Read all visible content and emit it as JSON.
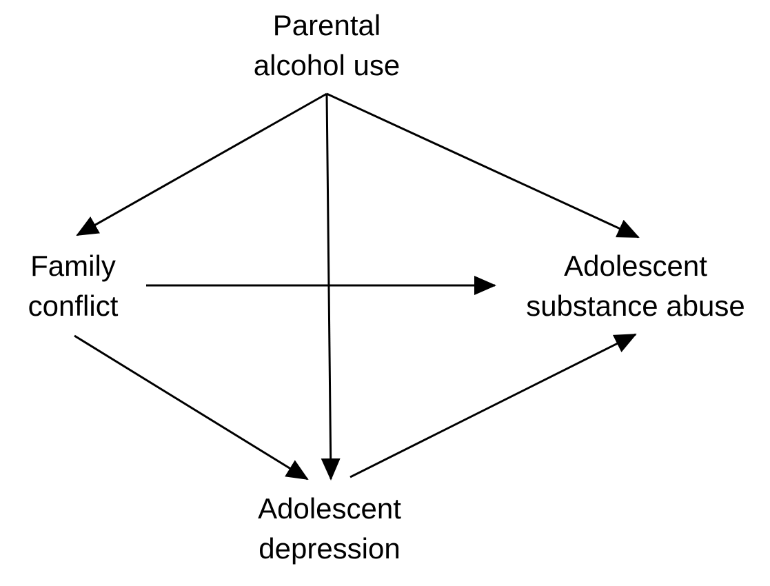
{
  "nodes": {
    "parental_alcohol_use": {
      "line1": "Parental",
      "line2": "alcohol use"
    },
    "family_conflict": {
      "line1": "Family",
      "line2": "conflict"
    },
    "adolescent_substance_abuse": {
      "line1": "Adolescent",
      "line2": "substance abuse"
    },
    "adolescent_depression": {
      "line1": "Adolescent",
      "line2": "depression"
    }
  },
  "edges": [
    {
      "from": "parental_alcohol_use",
      "to": "family_conflict"
    },
    {
      "from": "parental_alcohol_use",
      "to": "adolescent_substance_abuse"
    },
    {
      "from": "parental_alcohol_use",
      "to": "adolescent_depression"
    },
    {
      "from": "family_conflict",
      "to": "adolescent_substance_abuse"
    },
    {
      "from": "family_conflict",
      "to": "adolescent_depression"
    },
    {
      "from": "adolescent_depression",
      "to": "adolescent_substance_abuse"
    }
  ],
  "colors": {
    "line": "#000000",
    "text": "#000000",
    "background": "#ffffff"
  }
}
